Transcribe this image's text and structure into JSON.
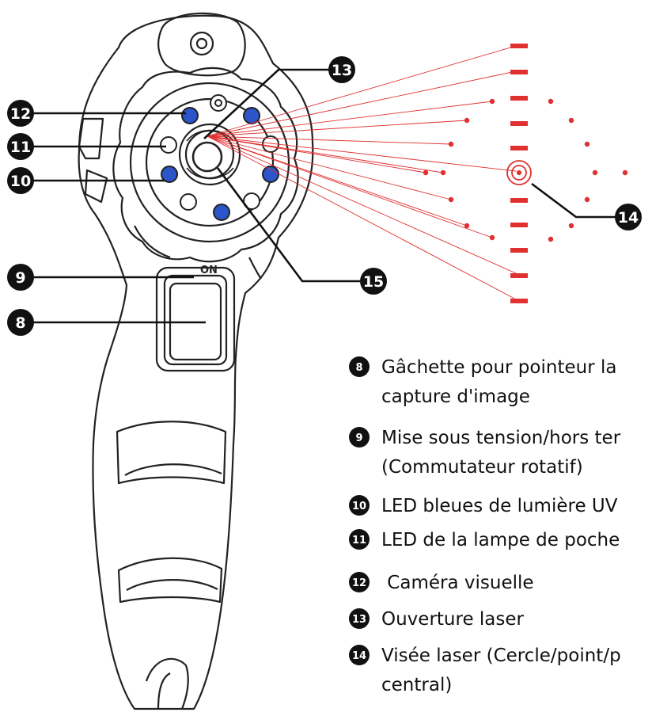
{
  "device": {
    "switch_label": "ON"
  },
  "callouts": [
    {
      "id": "c12",
      "number": "12"
    },
    {
      "id": "c11",
      "number": "11"
    },
    {
      "id": "c10",
      "number": "10"
    },
    {
      "id": "c9",
      "number": "9"
    },
    {
      "id": "c8",
      "number": "8"
    },
    {
      "id": "c13",
      "number": "13"
    },
    {
      "id": "c14",
      "number": "14"
    },
    {
      "id": "c15",
      "number": "15"
    }
  ],
  "legend": [
    {
      "number": "8",
      "lines": [
        "Gâchette pour pointeur la",
        "capture d'image"
      ]
    },
    {
      "number": "9",
      "lines": [
        "Mise sous tension/hors ter",
        "(Commutateur rotatif)"
      ]
    },
    {
      "number": "10",
      "lines": [
        "LED bleues de lumière UV"
      ]
    },
    {
      "number": "11",
      "lines": [
        "LED de la lampe de poche"
      ]
    },
    {
      "number": "12",
      "lines": [
        " Caméra visuelle"
      ]
    },
    {
      "number": "13",
      "lines": [
        "Ouverture laser"
      ]
    },
    {
      "number": "14",
      "lines": [
        "Visée laser (Cercle/point/p",
        "central)"
      ]
    }
  ],
  "colors": {
    "laser": "#e03030",
    "uv_led": "#2b55c8",
    "outline": "#222222",
    "callout_fill": "#111111"
  }
}
